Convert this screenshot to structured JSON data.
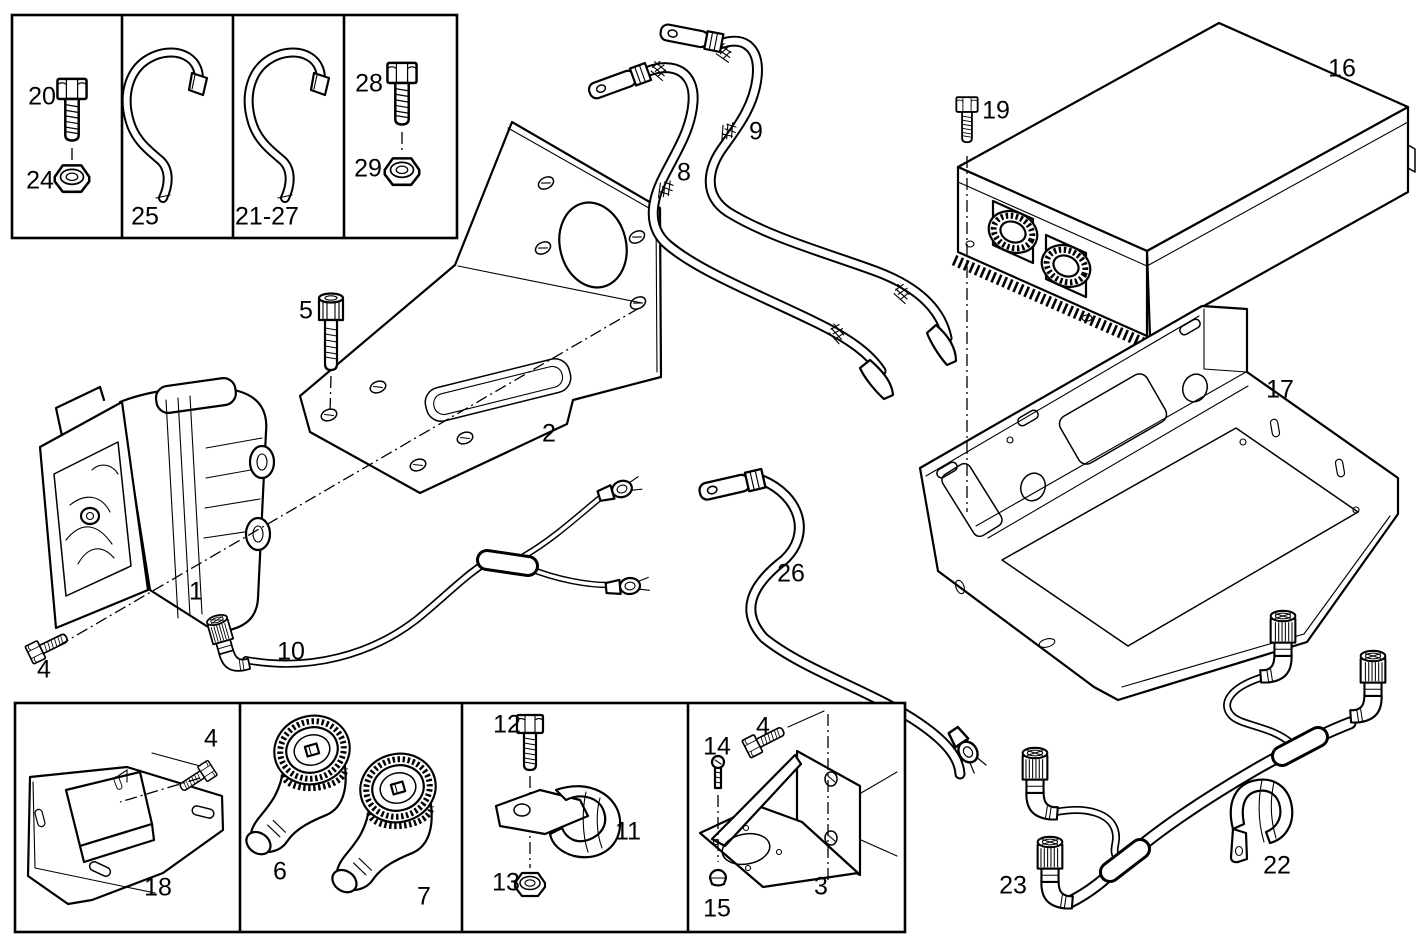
{
  "figure": {
    "type": "exploded-parts-diagram",
    "background": "#ffffff",
    "line_color": "#000000"
  },
  "callouts": {
    "c1": {
      "text": "1"
    },
    "c2": {
      "text": "2"
    },
    "c3": {
      "text": "3"
    },
    "c4a": {
      "text": "4"
    },
    "c4b": {
      "text": "4"
    },
    "c4c": {
      "text": "4"
    },
    "c5": {
      "text": "5"
    },
    "c6": {
      "text": "6"
    },
    "c7": {
      "text": "7"
    },
    "c8": {
      "text": "8"
    },
    "c9": {
      "text": "9"
    },
    "c10": {
      "text": "10"
    },
    "c11": {
      "text": "11"
    },
    "c12": {
      "text": "12"
    },
    "c13": {
      "text": "13"
    },
    "c14": {
      "text": "14"
    },
    "c15": {
      "text": "15"
    },
    "c16": {
      "text": "16"
    },
    "c17": {
      "text": "17"
    },
    "c18": {
      "text": "18"
    },
    "c19": {
      "text": "19"
    },
    "c20": {
      "text": "20"
    },
    "c2127": {
      "text": "21-27"
    },
    "c22": {
      "text": "22"
    },
    "c23": {
      "text": "23"
    },
    "c24": {
      "text": "24"
    },
    "c25": {
      "text": "25"
    },
    "c26": {
      "text": "26"
    },
    "c28": {
      "text": "28"
    },
    "c29": {
      "text": "29"
    }
  },
  "parts": [
    {
      "number": "1",
      "semantic": "heater-blower-unit"
    },
    {
      "number": "2",
      "semantic": "mounting-bracket"
    },
    {
      "number": "3",
      "semantic": "angle-bracket"
    },
    {
      "number": "4",
      "semantic": "hex-bolt"
    },
    {
      "number": "5",
      "semantic": "socket-head-screw"
    },
    {
      "number": "6",
      "semantic": "elbow-connector"
    },
    {
      "number": "7",
      "semantic": "elbow-connector"
    },
    {
      "number": "8",
      "semantic": "battery-cable"
    },
    {
      "number": "9",
      "semantic": "battery-cable"
    },
    {
      "number": "10",
      "semantic": "cable-with-ring-terminals"
    },
    {
      "number": "11",
      "semantic": "pipe-clamp"
    },
    {
      "number": "12",
      "semantic": "hex-bolt"
    },
    {
      "number": "13",
      "semantic": "hex-nut"
    },
    {
      "number": "14",
      "semantic": "screw"
    },
    {
      "number": "15",
      "semantic": "cap-nut"
    },
    {
      "number": "16",
      "semantic": "control-unit-box"
    },
    {
      "number": "17",
      "semantic": "mounting-tray"
    },
    {
      "number": "18",
      "semantic": "channel-bracket"
    },
    {
      "number": "19",
      "semantic": "hex-bolt"
    },
    {
      "number": "20",
      "semantic": "hex-bolt"
    },
    {
      "number": "21-27",
      "semantic": "retaining-clip"
    },
    {
      "number": "22",
      "semantic": "cable-clamp"
    },
    {
      "number": "23",
      "semantic": "connector-harness"
    },
    {
      "number": "24",
      "semantic": "hex-nut"
    },
    {
      "number": "25",
      "semantic": "retaining-clip"
    },
    {
      "number": "26",
      "semantic": "ground-cable"
    },
    {
      "number": "28",
      "semantic": "hex-bolt"
    },
    {
      "number": "29",
      "semantic": "hex-nut"
    }
  ],
  "legend_boxes": {
    "top_left_cells": [
      [
        "20",
        "24"
      ],
      [
        "25"
      ],
      [
        "21-27"
      ],
      [
        "28",
        "29"
      ]
    ],
    "bottom_cells": [
      [
        "18",
        "4"
      ],
      [
        "6",
        "7"
      ],
      [
        "12",
        "11",
        "13"
      ],
      [
        "14",
        "4",
        "15",
        "3"
      ]
    ]
  }
}
